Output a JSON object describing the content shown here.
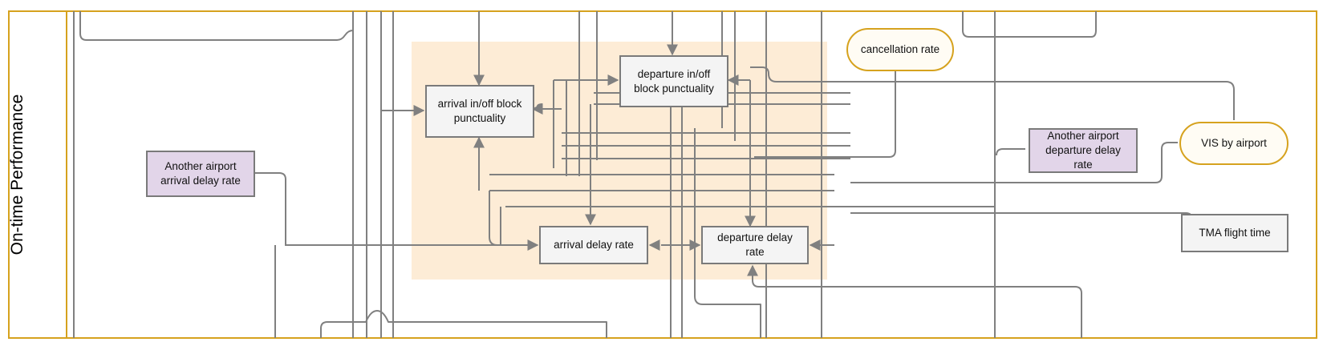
{
  "lane": {
    "label": "On-time Performance"
  },
  "nodes": {
    "arrival_block": "arrival in/off block punctuality",
    "departure_block": "departure in/off block punctuality",
    "arrival_delay": "arrival delay rate",
    "departure_delay": "departure delay rate",
    "cancellation": "cancellation rate",
    "other_arrival": "Another airport arrival delay rate",
    "other_departure": "Another airport departure delay rate",
    "vis": "VIS by airport",
    "tma": "TMA flight time"
  },
  "colors": {
    "lane_border": "#d6a21e",
    "highlight": "#fde9cf",
    "connector": "#808080",
    "box_fill": "#f4f4f4",
    "box_border": "#7a7a7a",
    "purple_fill": "#e2d5e9",
    "pill_border": "#d6a21e",
    "pill_fill": "#fffcf4"
  }
}
